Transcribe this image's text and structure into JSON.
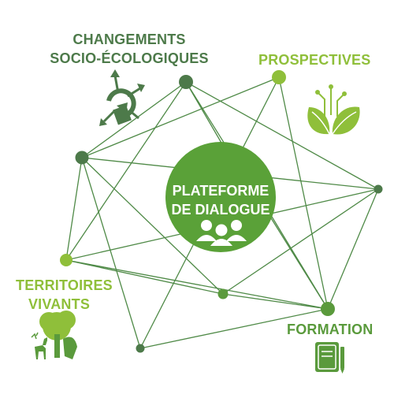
{
  "labels": {
    "changements_line1": "CHANGEMENTS",
    "changements_line2": "SOCIO-ÉCOLOGIQUES",
    "prospectives": "PROSPECTIVES",
    "territoires_line1": "TERRITOIRES",
    "territoires_line2": "VIVANTS",
    "formation": "FORMATION",
    "center_line1": "PLATEFORME",
    "center_line2": "DE DIALOGUE"
  },
  "colors": {
    "dark_green": "#4d7a4a",
    "mid_green": "#5a9a3c",
    "light_green": "#8fbf3a",
    "center_green": "#5aa138",
    "line_green": "#4f8a47"
  },
  "icons": {
    "changements": "circular-arrows-icon",
    "prospectives": "leaves-circuit-icon",
    "territoires": "tree-deer-icon",
    "formation": "notebook-pen-icon",
    "center": "people-group-icon"
  }
}
